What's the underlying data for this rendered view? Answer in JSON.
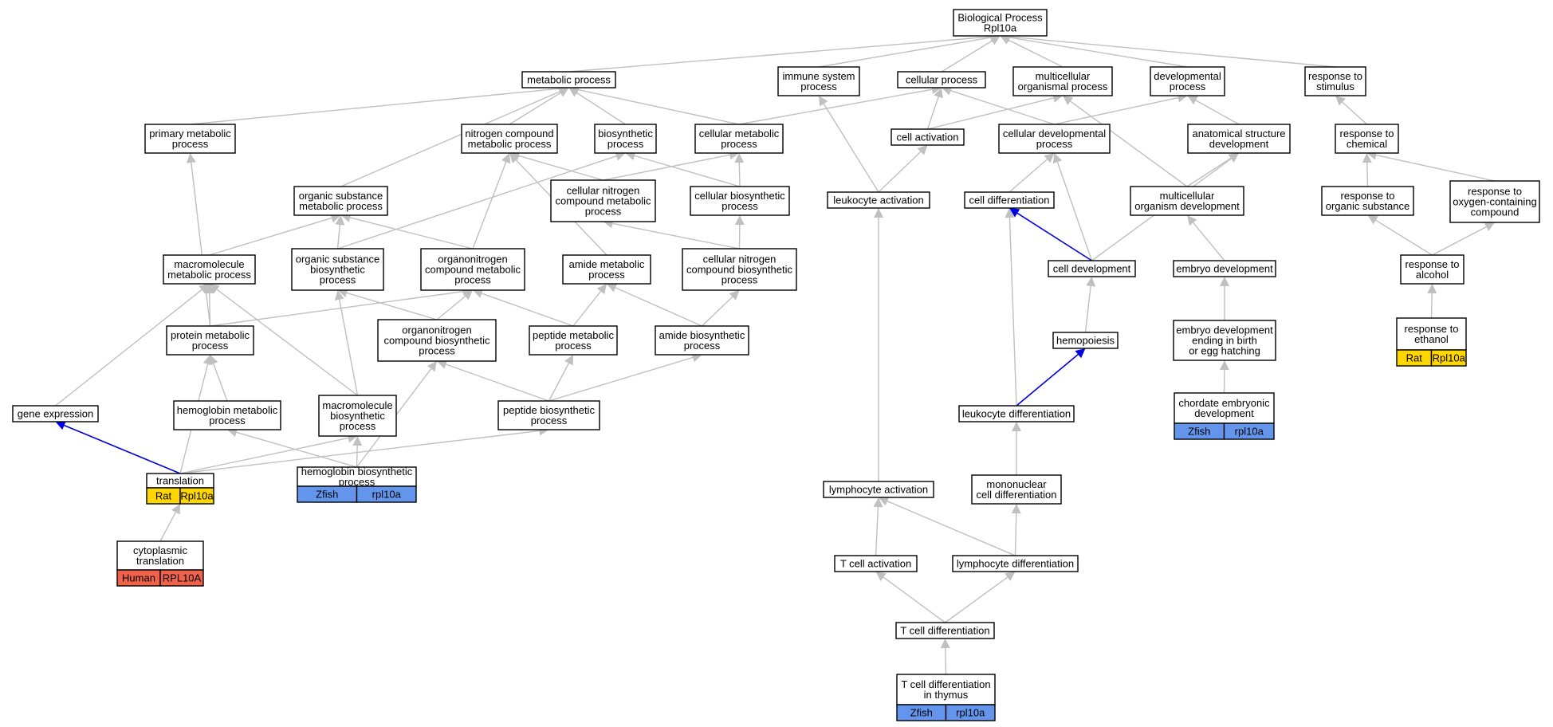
{
  "diagram": {
    "nodes": [
      {
        "id": "bp",
        "lines": [
          "Biological Process",
          "Rpl10a"
        ]
      },
      {
        "id": "metabolic",
        "lines": [
          "metabolic process"
        ]
      },
      {
        "id": "immune",
        "lines": [
          "immune system",
          "process"
        ]
      },
      {
        "id": "cellular",
        "lines": [
          "cellular process"
        ]
      },
      {
        "id": "multicellular",
        "lines": [
          "multicellular",
          "organismal process"
        ]
      },
      {
        "id": "developmental",
        "lines": [
          "developmental",
          "process"
        ]
      },
      {
        "id": "stimulus",
        "lines": [
          "response to",
          "stimulus"
        ]
      },
      {
        "id": "primary",
        "lines": [
          "primary metabolic",
          "process"
        ]
      },
      {
        "id": "nitrogen",
        "lines": [
          "nitrogen compound",
          "metabolic process"
        ]
      },
      {
        "id": "biosynthetic",
        "lines": [
          "biosynthetic",
          "process"
        ]
      },
      {
        "id": "cellmetab",
        "lines": [
          "cellular metabolic",
          "process"
        ]
      },
      {
        "id": "cellactivation",
        "lines": [
          "cell activation"
        ]
      },
      {
        "id": "celldevproc",
        "lines": [
          "cellular developmental",
          "process"
        ]
      },
      {
        "id": "anatomical",
        "lines": [
          "anatomical structure",
          "development"
        ]
      },
      {
        "id": "chemical",
        "lines": [
          "response to",
          "chemical"
        ]
      },
      {
        "id": "orgsubst",
        "lines": [
          "organic substance",
          "metabolic process"
        ]
      },
      {
        "id": "cellnitro",
        "lines": [
          "cellular nitrogen",
          "compound metabolic",
          "process"
        ]
      },
      {
        "id": "cellbiosyn",
        "lines": [
          "cellular biosynthetic",
          "process"
        ]
      },
      {
        "id": "leukoact",
        "lines": [
          "leukocyte activation"
        ]
      },
      {
        "id": "celldiff",
        "lines": [
          "cell differentiation"
        ]
      },
      {
        "id": "multiorgdev",
        "lines": [
          "multicellular",
          "organism development"
        ]
      },
      {
        "id": "orgsubstance2",
        "lines": [
          "response to",
          "organic substance"
        ]
      },
      {
        "id": "oxygen",
        "lines": [
          "response to",
          "oxygen-containing",
          "compound"
        ]
      },
      {
        "id": "macromol",
        "lines": [
          "macromolecule",
          "metabolic process"
        ]
      },
      {
        "id": "orgsubstbio",
        "lines": [
          "organic substance",
          "biosynthetic",
          "process"
        ]
      },
      {
        "id": "organonitro",
        "lines": [
          "organonitrogen",
          "compound metabolic",
          "process"
        ]
      },
      {
        "id": "amide",
        "lines": [
          "amide metabolic",
          "process"
        ]
      },
      {
        "id": "cellnitrobio",
        "lines": [
          "cellular nitrogen",
          "compound biosynthetic",
          "process"
        ]
      },
      {
        "id": "celldev",
        "lines": [
          "cell development"
        ]
      },
      {
        "id": "embryodev",
        "lines": [
          "embryo development"
        ]
      },
      {
        "id": "alcohol",
        "lines": [
          "response to",
          "alcohol"
        ]
      },
      {
        "id": "proteinmet",
        "lines": [
          "protein metabolic",
          "process"
        ]
      },
      {
        "id": "organonitrobio",
        "lines": [
          "organonitrogen",
          "compound biosynthetic",
          "process"
        ]
      },
      {
        "id": "peptidemet",
        "lines": [
          "peptide metabolic",
          "process"
        ]
      },
      {
        "id": "amidebio",
        "lines": [
          "amide biosynthetic",
          "process"
        ]
      },
      {
        "id": "hemopoiesis",
        "lines": [
          "hemopoiesis"
        ]
      },
      {
        "id": "embryobirth",
        "lines": [
          "embryo development",
          "ending in birth",
          "or egg hatching"
        ]
      },
      {
        "id": "ethanol",
        "lines": [
          "response to",
          "ethanol"
        ],
        "tags": [
          {
            "label": "Rat",
            "color": "#ffd700"
          },
          {
            "label": "Rpl10a",
            "color": "#ffd700"
          }
        ]
      },
      {
        "id": "geneexpr",
        "lines": [
          "gene expression"
        ]
      },
      {
        "id": "hemometab",
        "lines": [
          "hemoglobin metabolic",
          "process"
        ]
      },
      {
        "id": "macrobio",
        "lines": [
          "macromolecule",
          "biosynthetic",
          "process"
        ]
      },
      {
        "id": "peptidebio",
        "lines": [
          "peptide biosynthetic",
          "process"
        ]
      },
      {
        "id": "leukodiff",
        "lines": [
          "leukocyte differentiation"
        ]
      },
      {
        "id": "chordate",
        "lines": [
          "chordate embryonic",
          "development"
        ],
        "tags": [
          {
            "label": "Zfish",
            "color": "#6495ed"
          },
          {
            "label": "rpl10a",
            "color": "#6495ed"
          }
        ]
      },
      {
        "id": "translation",
        "lines": [
          "translation"
        ],
        "tags": [
          {
            "label": "Rat",
            "color": "#ffd700"
          },
          {
            "label": "Rpl10a",
            "color": "#ffd700"
          }
        ]
      },
      {
        "id": "hemobio",
        "lines": [
          "hemoglobin biosynthetic",
          "process"
        ],
        "tags": [
          {
            "label": "Zfish",
            "color": "#6495ed"
          },
          {
            "label": "rpl10a",
            "color": "#6495ed"
          }
        ]
      },
      {
        "id": "lymphoact",
        "lines": [
          "lymphocyte activation"
        ]
      },
      {
        "id": "mononuc",
        "lines": [
          "mononuclear",
          "cell differentiation"
        ]
      },
      {
        "id": "cytoplasmic",
        "lines": [
          "cytoplasmic",
          "translation"
        ],
        "tags": [
          {
            "label": "Human",
            "color": "#f0634a"
          },
          {
            "label": "RPL10A",
            "color": "#f0634a"
          }
        ]
      },
      {
        "id": "tcellact",
        "lines": [
          "T cell activation"
        ]
      },
      {
        "id": "lymphodiff",
        "lines": [
          "lymphocyte differentiation"
        ]
      },
      {
        "id": "tcelldiff",
        "lines": [
          "T cell differentiation"
        ]
      },
      {
        "id": "thymus",
        "lines": [
          "T cell differentiation",
          "in thymus"
        ],
        "tags": [
          {
            "label": "Zfish",
            "color": "#6495ed"
          },
          {
            "label": "rpl10a",
            "color": "#6495ed"
          }
        ]
      }
    ],
    "edges": [
      {
        "from": "metabolic",
        "to": "bp"
      },
      {
        "from": "immune",
        "to": "bp"
      },
      {
        "from": "cellular",
        "to": "bp"
      },
      {
        "from": "multicellular",
        "to": "bp"
      },
      {
        "from": "developmental",
        "to": "bp"
      },
      {
        "from": "stimulus",
        "to": "bp"
      },
      {
        "from": "primary",
        "to": "metabolic"
      },
      {
        "from": "nitrogen",
        "to": "metabolic"
      },
      {
        "from": "biosynthetic",
        "to": "metabolic"
      },
      {
        "from": "cellmetab",
        "to": "metabolic"
      },
      {
        "from": "orgsubst",
        "to": "metabolic"
      },
      {
        "from": "cellmetab",
        "to": "cellular"
      },
      {
        "from": "cellactivation",
        "to": "cellular"
      },
      {
        "from": "celldevproc",
        "to": "cellular"
      },
      {
        "from": "cellactivation",
        "to": "multicellular"
      },
      {
        "from": "multiorgdev",
        "to": "multicellular"
      },
      {
        "from": "celldevproc",
        "to": "developmental"
      },
      {
        "from": "anatomical",
        "to": "developmental"
      },
      {
        "from": "chemical",
        "to": "stimulus"
      },
      {
        "from": "leukoact",
        "to": "immune"
      },
      {
        "from": "leukoact",
        "to": "cellactivation"
      },
      {
        "from": "celldiff",
        "to": "celldevproc"
      },
      {
        "from": "celldev",
        "to": "celldevproc"
      },
      {
        "from": "multiorgdev",
        "to": "anatomical"
      },
      {
        "from": "celldev",
        "to": "anatomical"
      },
      {
        "from": "embryodev",
        "to": "multiorgdev"
      },
      {
        "from": "orgsubstance2",
        "to": "chemical"
      },
      {
        "from": "oxygen",
        "to": "chemical"
      },
      {
        "from": "alcohol",
        "to": "orgsubstance2"
      },
      {
        "from": "alcohol",
        "to": "oxygen"
      },
      {
        "from": "ethanol",
        "to": "alcohol"
      },
      {
        "from": "cellnitro",
        "to": "nitrogen"
      },
      {
        "from": "cellnitro",
        "to": "cellmetab"
      },
      {
        "from": "cellbiosyn",
        "to": "biosynthetic"
      },
      {
        "from": "cellbiosyn",
        "to": "cellmetab"
      },
      {
        "from": "orgsubstbio",
        "to": "biosynthetic"
      },
      {
        "from": "macromol",
        "to": "orgsubst"
      },
      {
        "from": "orgsubstbio",
        "to": "orgsubst"
      },
      {
        "from": "organonitro",
        "to": "orgsubst"
      },
      {
        "from": "organonitro",
        "to": "nitrogen"
      },
      {
        "from": "amide",
        "to": "nitrogen"
      },
      {
        "from": "cellnitrobio",
        "to": "cellnitro"
      },
      {
        "from": "cellnitrobio",
        "to": "cellbiosyn"
      },
      {
        "from": "proteinmet",
        "to": "primary"
      },
      {
        "from": "proteinmet",
        "to": "macromol"
      },
      {
        "from": "proteinmet",
        "to": "organonitro"
      },
      {
        "from": "organonitrobio",
        "to": "orgsubstbio"
      },
      {
        "from": "organonitrobio",
        "to": "organonitro"
      },
      {
        "from": "peptidemet",
        "to": "organonitro"
      },
      {
        "from": "peptidemet",
        "to": "amide"
      },
      {
        "from": "amidebio",
        "to": "amide"
      },
      {
        "from": "amidebio",
        "to": "cellnitrobio"
      },
      {
        "from": "geneexpr",
        "to": "macromol"
      },
      {
        "from": "hemometab",
        "to": "proteinmet"
      },
      {
        "from": "macrobio",
        "to": "macromol"
      },
      {
        "from": "macrobio",
        "to": "orgsubstbio"
      },
      {
        "from": "peptidebio",
        "to": "organonitrobio"
      },
      {
        "from": "peptidebio",
        "to": "peptidemet"
      },
      {
        "from": "peptidebio",
        "to": "amidebio"
      },
      {
        "from": "translation",
        "to": "geneexpr",
        "color": "blue"
      },
      {
        "from": "translation",
        "to": "proteinmet"
      },
      {
        "from": "translation",
        "to": "macrobio"
      },
      {
        "from": "translation",
        "to": "peptidebio"
      },
      {
        "from": "hemobio",
        "to": "hemometab"
      },
      {
        "from": "hemobio",
        "to": "macrobio"
      },
      {
        "from": "hemobio",
        "to": "organonitrobio"
      },
      {
        "from": "cytoplasmic",
        "to": "translation"
      },
      {
        "from": "celldev",
        "to": "celldiff",
        "color": "blue"
      },
      {
        "from": "hemopoiesis",
        "to": "celldev"
      },
      {
        "from": "leukodiff",
        "to": "hemopoiesis",
        "color": "blue"
      },
      {
        "from": "leukodiff",
        "to": "celldiff"
      },
      {
        "from": "embryobirth",
        "to": "embryodev"
      },
      {
        "from": "chordate",
        "to": "embryobirth"
      },
      {
        "from": "mononuc",
        "to": "leukodiff"
      },
      {
        "from": "lymphoact",
        "to": "leukoact"
      },
      {
        "from": "lymphodiff",
        "to": "mononuc"
      },
      {
        "from": "lymphodiff",
        "to": "lymphoact"
      },
      {
        "from": "tcellact",
        "to": "lymphoact"
      },
      {
        "from": "tcelldiff",
        "to": "tcellact"
      },
      {
        "from": "tcelldiff",
        "to": "lymphodiff"
      },
      {
        "from": "thymus",
        "to": "tcelldiff"
      }
    ]
  }
}
